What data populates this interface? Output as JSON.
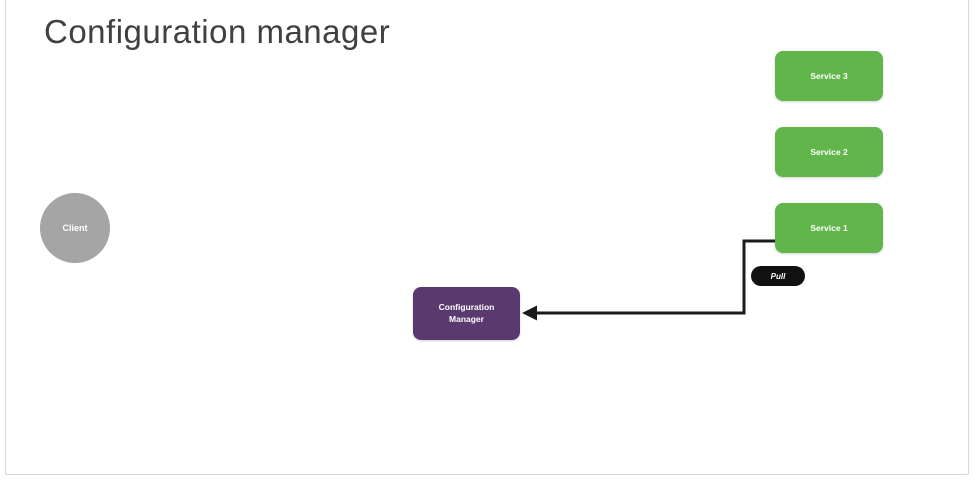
{
  "title": "Configuration manager",
  "colors": {
    "service_green": "#62b54a",
    "manager_purple": "#5a3a6e",
    "client_gray": "#a5a5a5",
    "pill_black": "#111111",
    "title_gray": "#404040",
    "canvas_border": "#d8d8d8",
    "connector_black": "#1b1b1b",
    "node_text": "#ffffff"
  },
  "nodes": {
    "client": {
      "label": "Client"
    },
    "service3": {
      "label": "Service 3"
    },
    "service2": {
      "label": "Service 2"
    },
    "service1": {
      "label": "Service 1"
    },
    "manager": {
      "label": "Configuration Manager"
    }
  },
  "connector": {
    "label": "Pull",
    "from": "Service 1",
    "to": "Configuration Manager"
  }
}
